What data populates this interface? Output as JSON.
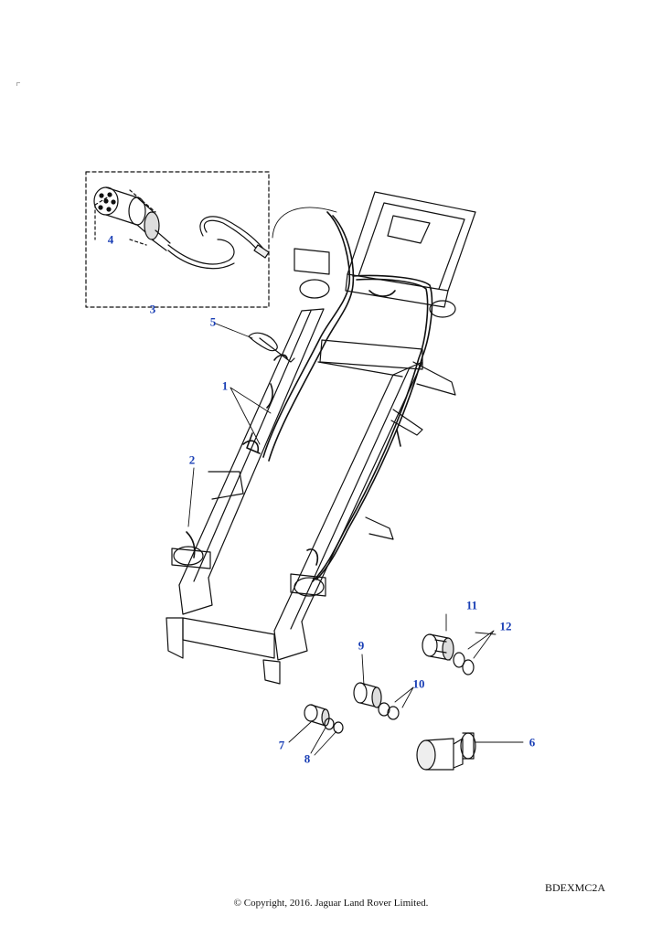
{
  "diagram": {
    "callouts": [
      "1",
      "2",
      "3",
      "4",
      "5",
      "6",
      "7",
      "8",
      "9",
      "10",
      "11",
      "12"
    ],
    "drawing_code": "BDEXMC2A",
    "copyright": "© Copyright, 2016. Jaguar Land Rover Limited."
  },
  "colors": {
    "callout": "#1a3fb5",
    "line": "#111111"
  }
}
